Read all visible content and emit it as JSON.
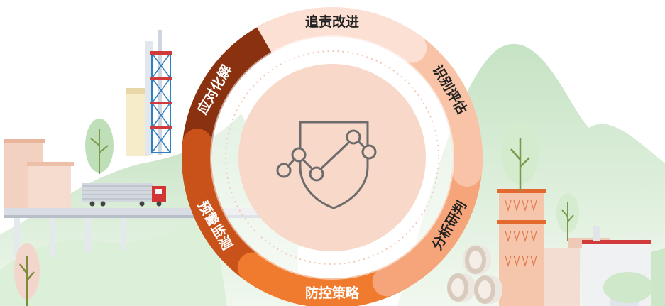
{
  "diagram": {
    "segments": [
      {
        "id": "trace",
        "label": "追责改进",
        "color": "#fbe0d3",
        "text_color": "#222222"
      },
      {
        "id": "identify",
        "label": "识别评估",
        "color": "#f8c3a6",
        "text_color": "#222222"
      },
      {
        "id": "analyze",
        "label": "分析研判",
        "color": "#f6a57b",
        "text_color": "#222222"
      },
      {
        "id": "prevent",
        "label": "防控策略",
        "color": "#f07b2e",
        "text_color": "#ffffff"
      },
      {
        "id": "monitor",
        "label": "预警监测",
        "color": "#c8521a",
        "text_color": "#ffffff"
      },
      {
        "id": "respond",
        "label": "应对化解",
        "color": "#8a3210",
        "text_color": "#ffffff"
      }
    ],
    "center_icon": "shield-trend-chart-icon",
    "center_color": "#f8d8c8"
  },
  "scene": {
    "truck_icon": "truck-icon",
    "factory_icon": "factory-icon",
    "pipes_icon": "pipe-stack-icon",
    "tower_icon": "lattice-tower-icon",
    "tree_icon": "tree-icon",
    "hill_color": "#d4ead2"
  }
}
